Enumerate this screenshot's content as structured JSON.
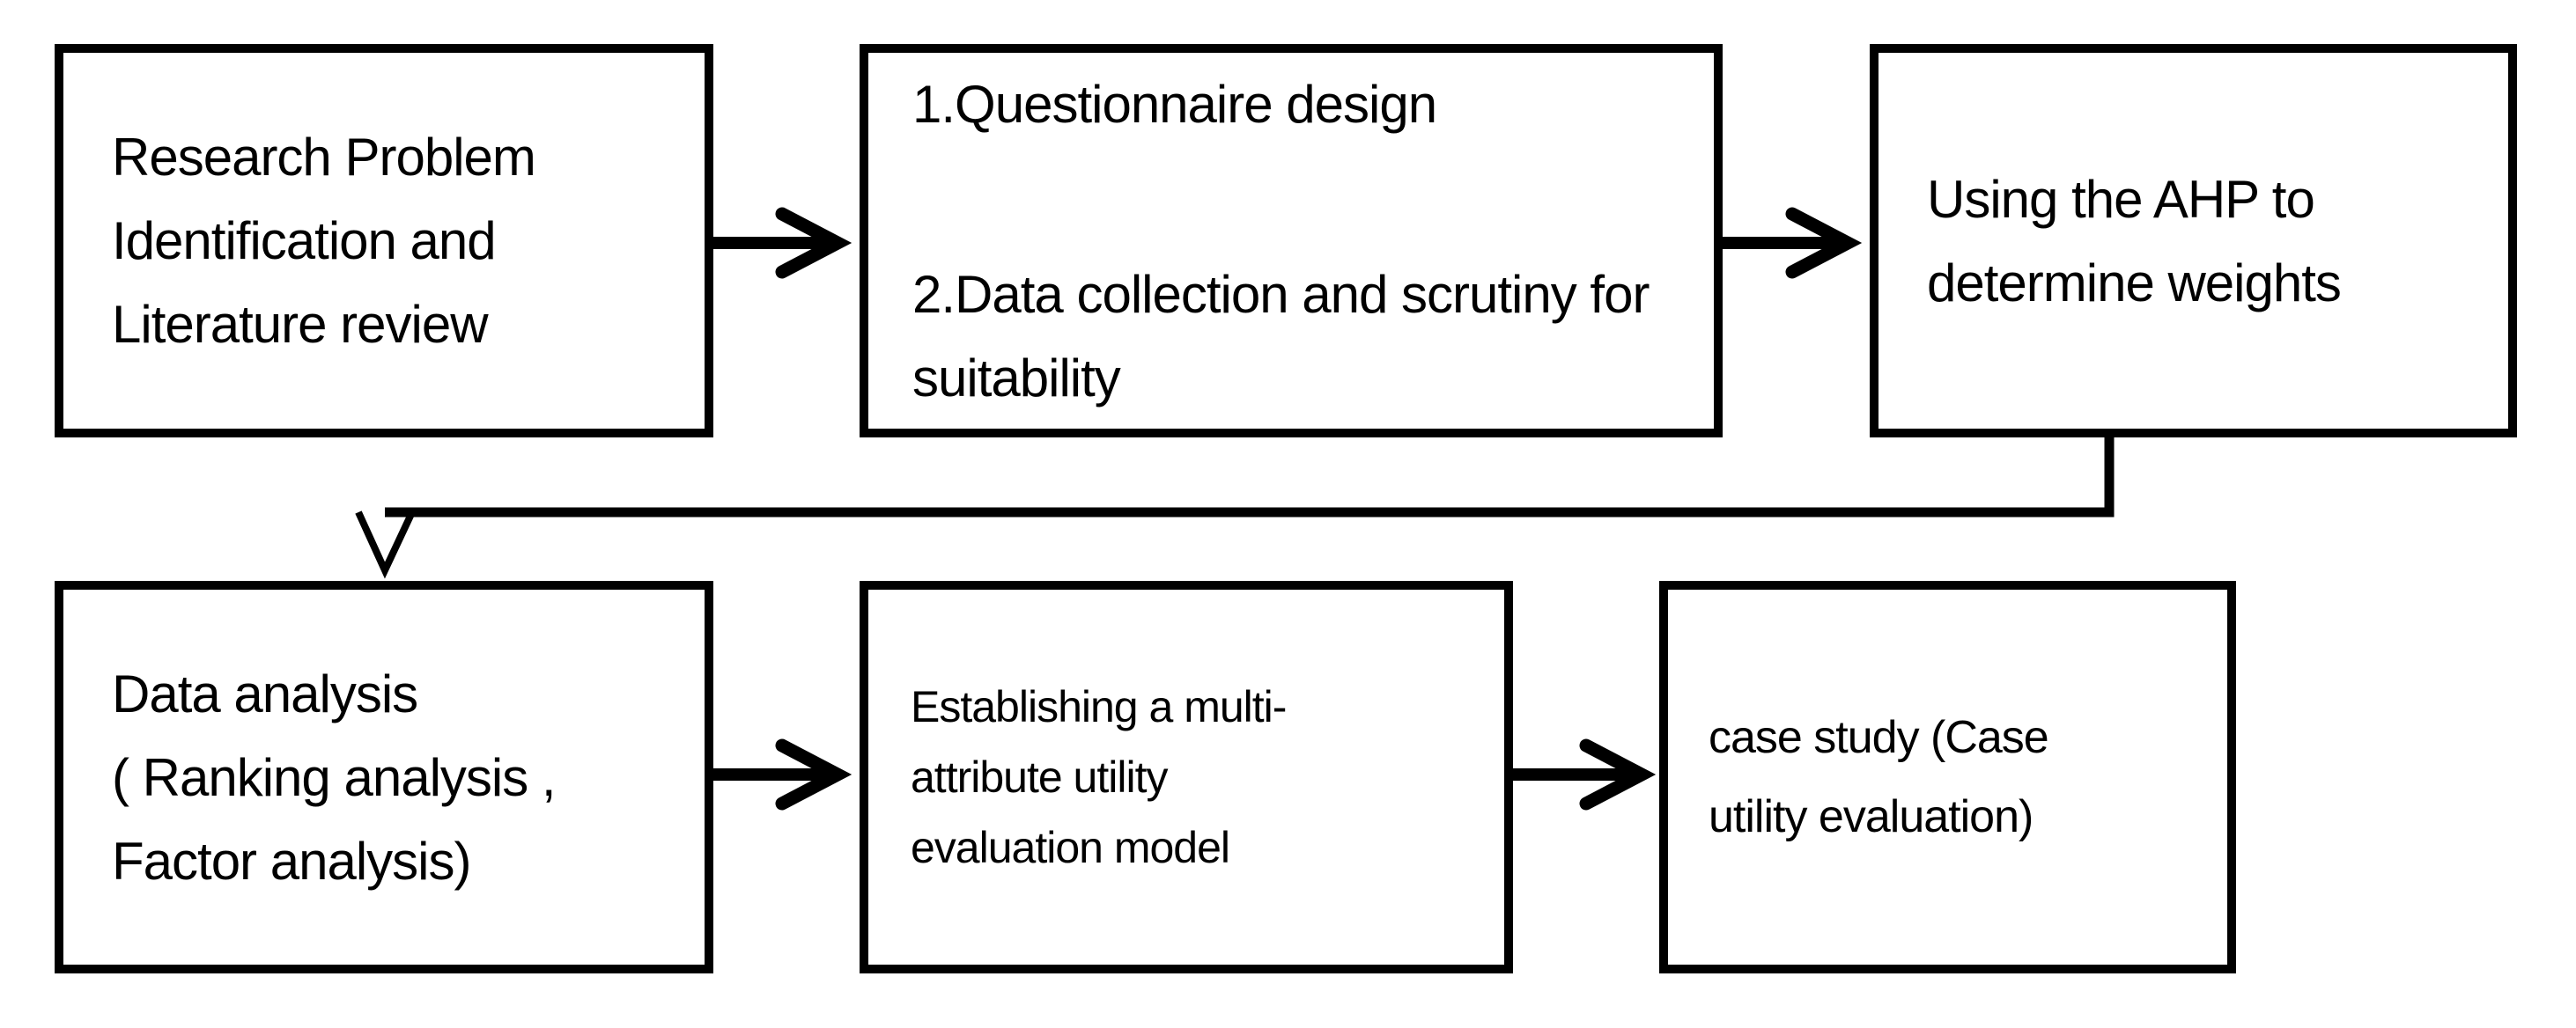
{
  "diagram": {
    "type": "flowchart",
    "colors": {
      "stroke": "#000000",
      "background": "#ffffff",
      "text": "#000000"
    },
    "boxes": [
      {
        "id": "research-problem",
        "text": "Research Problem\nIdentification and\nLiterature review"
      },
      {
        "id": "questionnaire-data-collection",
        "items": [
          "1.Questionnaire design",
          "2.Data collection and scrutiny for suitability"
        ]
      },
      {
        "id": "ahp-weights",
        "text": "Using the AHP to\ndetermine weights"
      },
      {
        "id": "data-analysis",
        "text": "Data analysis\n( Ranking analysis ,\nFactor analysis)"
      },
      {
        "id": "utility-model",
        "text": "Establishing a multi-\nattribute utility\nevaluation model"
      },
      {
        "id": "case-study",
        "text": "case study (Case\nutility evaluation)"
      }
    ],
    "connections": [
      {
        "from": "research-problem",
        "to": "questionnaire-data-collection",
        "style": "straight-arrow"
      },
      {
        "from": "questionnaire-data-collection",
        "to": "ahp-weights",
        "style": "straight-arrow"
      },
      {
        "from": "ahp-weights",
        "to": "data-analysis",
        "style": "elbow-arrow"
      },
      {
        "from": "data-analysis",
        "to": "utility-model",
        "style": "straight-arrow"
      },
      {
        "from": "utility-model",
        "to": "case-study",
        "style": "straight-arrow"
      }
    ]
  }
}
